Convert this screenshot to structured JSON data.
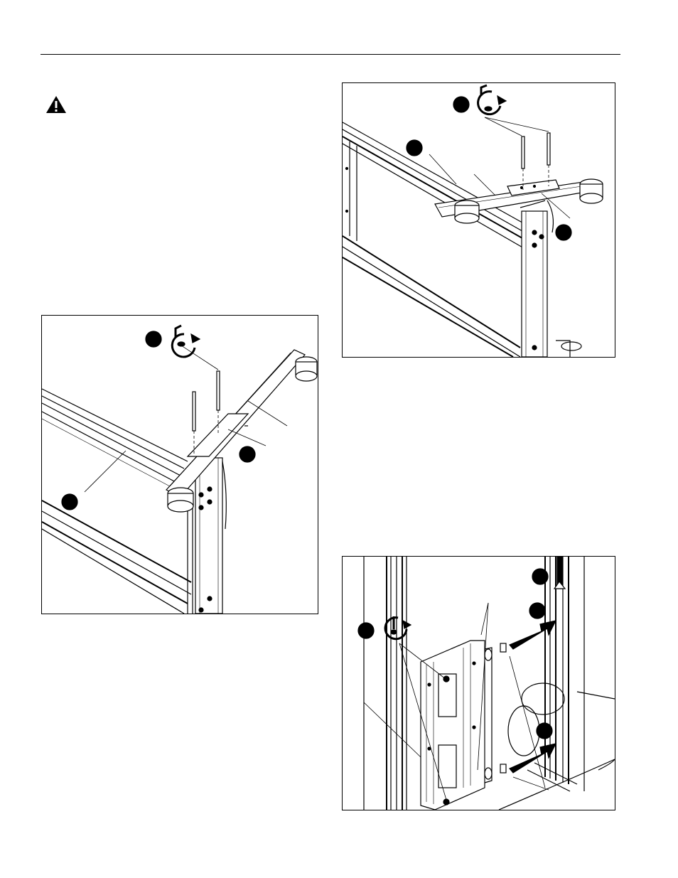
{
  "header": {
    "rule_color": "#000000"
  },
  "warning": {
    "icon": "warning-triangle-icon",
    "color": "#000000"
  },
  "figures": [
    {
      "id": "fig1",
      "callouts": 3,
      "tool_icon": "hex-key-rotate-icon"
    },
    {
      "id": "fig2",
      "callouts": 3,
      "tool_icon": "hex-key-rotate-icon"
    },
    {
      "id": "fig3",
      "callouts": 4,
      "tool_icon": "screwdriver-rotate-icon"
    }
  ]
}
